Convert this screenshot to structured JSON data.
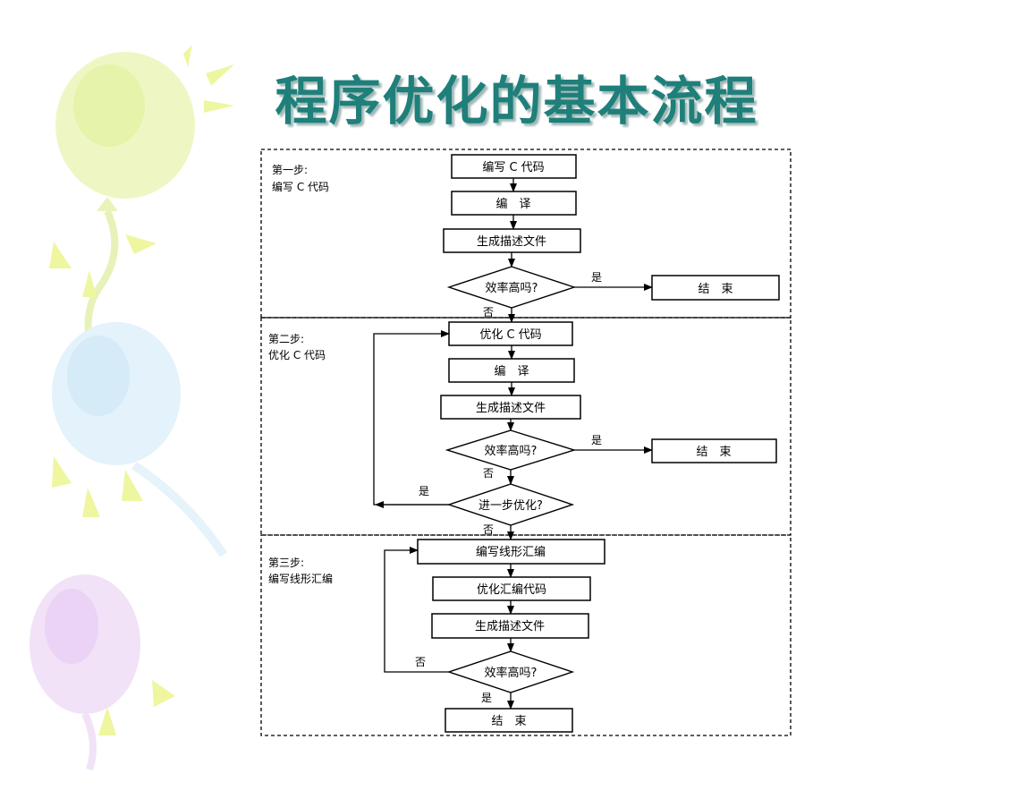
{
  "title": "程序优化的基本流程",
  "steps": [
    {
      "label_line1": "第一步:",
      "label_line2": "编写 C 代码",
      "box_write": "编写 C 代码",
      "box_compile": "编　译",
      "box_profile": "生成描述文件",
      "decision": "效率高吗?",
      "yes": "是",
      "no": "否",
      "end": "结　束"
    },
    {
      "label_line1": "第二步:",
      "label_line2": "优化 C 代码",
      "box_optimize": "优化 C 代码",
      "box_compile": "编　译",
      "box_profile": "生成描述文件",
      "decision": "效率高吗?",
      "yes": "是",
      "no": "否",
      "end": "结　束",
      "decision2": "进一步优化?",
      "yes2": "是",
      "no2": "否"
    },
    {
      "label_line1": "第三步:",
      "label_line2": "编写线形汇编",
      "box_linear": "编写线形汇编",
      "box_opt_asm": "优化汇编代码",
      "box_profile": "生成描述文件",
      "decision": "效率高吗?",
      "no": "否",
      "yes": "是",
      "end": "结　束"
    }
  ]
}
